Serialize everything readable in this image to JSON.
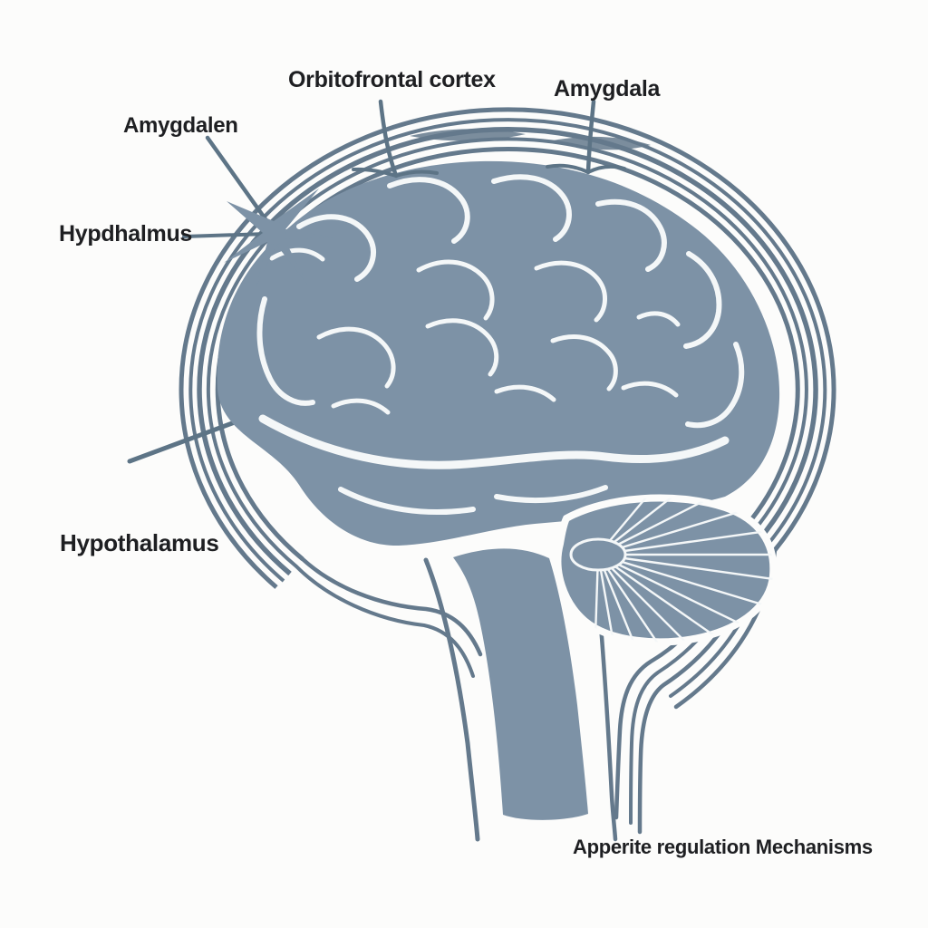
{
  "diagram": {
    "type": "brain-anatomy-illustration",
    "caption": "Apperite regulation Mechanisms",
    "labels": {
      "orbitofrontal_cortex": "Orbitofrontal cortex",
      "amygdala": "Amygdala",
      "amygdalen": "Amygdalen",
      "hypdhalmus": "Hypdhalmus",
      "hypothalamus": "Hypothalamus"
    },
    "colors": {
      "background": "#fcfcfb",
      "brain-fill": "#7d92a6",
      "outline": "#64798c",
      "gyri-line": "#f4f7f8",
      "label-text": "#1e1f22",
      "leader-line": "#5d7486"
    }
  }
}
